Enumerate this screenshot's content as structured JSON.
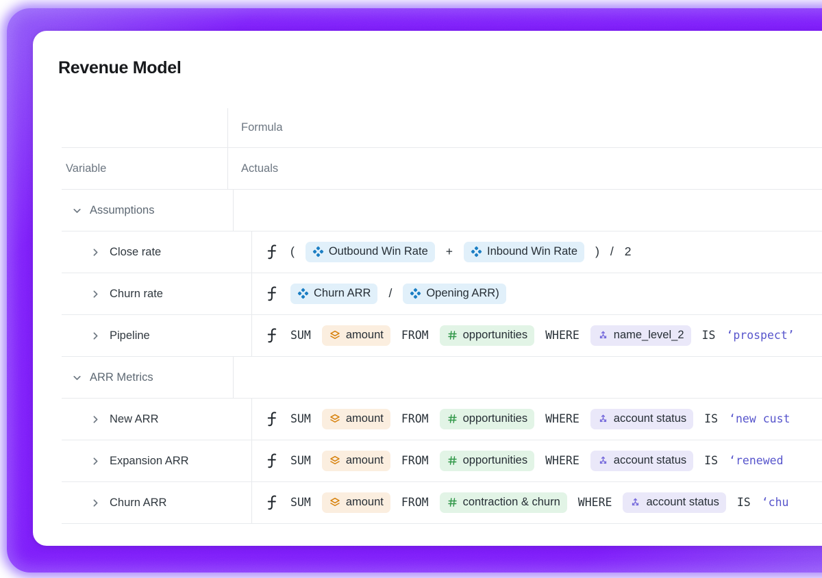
{
  "page_title": "Revenue Model",
  "colors": {
    "frame_purple": "#7b1ffa",
    "frame_glow": "#9e76fa",
    "card_bg": "#ffffff",
    "row_border": "#e8eaed",
    "header_text": "#6c7681",
    "section_text": "#5d6873",
    "item_text": "#30383f",
    "keyword_text": "#2a3239",
    "string_text": "#5755cc",
    "chip_blue_bg": "#e1f0fa",
    "chip_blue_icon": "#1b7ec3",
    "chip_orange_bg": "#fbeedf",
    "chip_orange_icon": "#d7820d",
    "chip_green_bg": "#e2f4e6",
    "chip_green_icon": "#2e9646",
    "chip_purple_bg": "#eae8f9",
    "chip_purple_icon": "#7468db"
  },
  "table": {
    "header": {
      "formula": "Formula",
      "variable": "Variable",
      "actuals": "Actuals"
    },
    "rows": [
      {
        "kind": "section",
        "label": "Assumptions",
        "chevron": "down",
        "formula": []
      },
      {
        "kind": "item",
        "label": "Close rate",
        "chevron": "right",
        "formula": [
          {
            "type": "fn",
            "icon": "function-icon"
          },
          {
            "type": "op",
            "text": "("
          },
          {
            "type": "chip",
            "style": "blue",
            "icon": "variable-icon",
            "label": "Outbound Win Rate"
          },
          {
            "type": "op",
            "text": "+"
          },
          {
            "type": "chip",
            "style": "blue",
            "icon": "variable-icon",
            "label": "Inbound Win Rate"
          },
          {
            "type": "op",
            "text": ")"
          },
          {
            "type": "op",
            "text": "/"
          },
          {
            "type": "op",
            "text": "2"
          }
        ]
      },
      {
        "kind": "item",
        "label": "Churn rate",
        "chevron": "right",
        "formula": [
          {
            "type": "fn",
            "icon": "function-icon"
          },
          {
            "type": "chip",
            "style": "blue",
            "icon": "variable-icon",
            "label": "Churn ARR"
          },
          {
            "type": "op",
            "text": "/"
          },
          {
            "type": "chip",
            "style": "blue",
            "icon": "variable-icon",
            "label": "Opening ARR)"
          }
        ]
      },
      {
        "kind": "item",
        "label": "Pipeline",
        "chevron": "right",
        "formula": [
          {
            "type": "fn",
            "icon": "function-icon"
          },
          {
            "type": "kw",
            "text": "SUM"
          },
          {
            "type": "chip",
            "style": "orange",
            "icon": "layers-icon",
            "label": "amount"
          },
          {
            "type": "kw",
            "text": "FROM"
          },
          {
            "type": "chip",
            "style": "green",
            "icon": "hash-icon",
            "label": "opportunities"
          },
          {
            "type": "kw",
            "text": "WHERE"
          },
          {
            "type": "chip",
            "style": "purple",
            "icon": "split-icon",
            "label": "name_level_2"
          },
          {
            "type": "kw",
            "text": "IS"
          },
          {
            "type": "str",
            "text": "‘prospect’"
          }
        ]
      },
      {
        "kind": "section",
        "label": "ARR Metrics",
        "chevron": "down",
        "formula": []
      },
      {
        "kind": "item",
        "label": "New ARR",
        "chevron": "right",
        "formula": [
          {
            "type": "fn",
            "icon": "function-icon"
          },
          {
            "type": "kw",
            "text": "SUM"
          },
          {
            "type": "chip",
            "style": "orange",
            "icon": "layers-icon",
            "label": "amount"
          },
          {
            "type": "kw",
            "text": "FROM"
          },
          {
            "type": "chip",
            "style": "green",
            "icon": "hash-icon",
            "label": "opportunities"
          },
          {
            "type": "kw",
            "text": "WHERE"
          },
          {
            "type": "chip",
            "style": "purple",
            "icon": "split-icon",
            "label": "account status"
          },
          {
            "type": "kw",
            "text": "IS"
          },
          {
            "type": "str",
            "text": "‘new cust"
          }
        ]
      },
      {
        "kind": "item",
        "label": "Expansion ARR",
        "chevron": "right",
        "formula": [
          {
            "type": "fn",
            "icon": "function-icon"
          },
          {
            "type": "kw",
            "text": "SUM"
          },
          {
            "type": "chip",
            "style": "orange",
            "icon": "layers-icon",
            "label": "amount"
          },
          {
            "type": "kw",
            "text": "FROM"
          },
          {
            "type": "chip",
            "style": "green",
            "icon": "hash-icon",
            "label": "opportunities"
          },
          {
            "type": "kw",
            "text": "WHERE"
          },
          {
            "type": "chip",
            "style": "purple",
            "icon": "split-icon",
            "label": "account status"
          },
          {
            "type": "kw",
            "text": "IS"
          },
          {
            "type": "str",
            "text": "‘renewed"
          }
        ]
      },
      {
        "kind": "item",
        "label": "Churn ARR",
        "chevron": "right",
        "formula": [
          {
            "type": "fn",
            "icon": "function-icon"
          },
          {
            "type": "kw",
            "text": "SUM"
          },
          {
            "type": "chip",
            "style": "orange",
            "icon": "layers-icon",
            "label": "amount"
          },
          {
            "type": "kw",
            "text": "FROM"
          },
          {
            "type": "chip",
            "style": "green",
            "icon": "hash-icon",
            "label": "contraction & churn"
          },
          {
            "type": "kw",
            "text": "WHERE"
          },
          {
            "type": "chip",
            "style": "purple",
            "icon": "split-icon",
            "label": "account status"
          },
          {
            "type": "kw",
            "text": "IS"
          },
          {
            "type": "str",
            "text": "‘chu"
          }
        ]
      }
    ]
  }
}
